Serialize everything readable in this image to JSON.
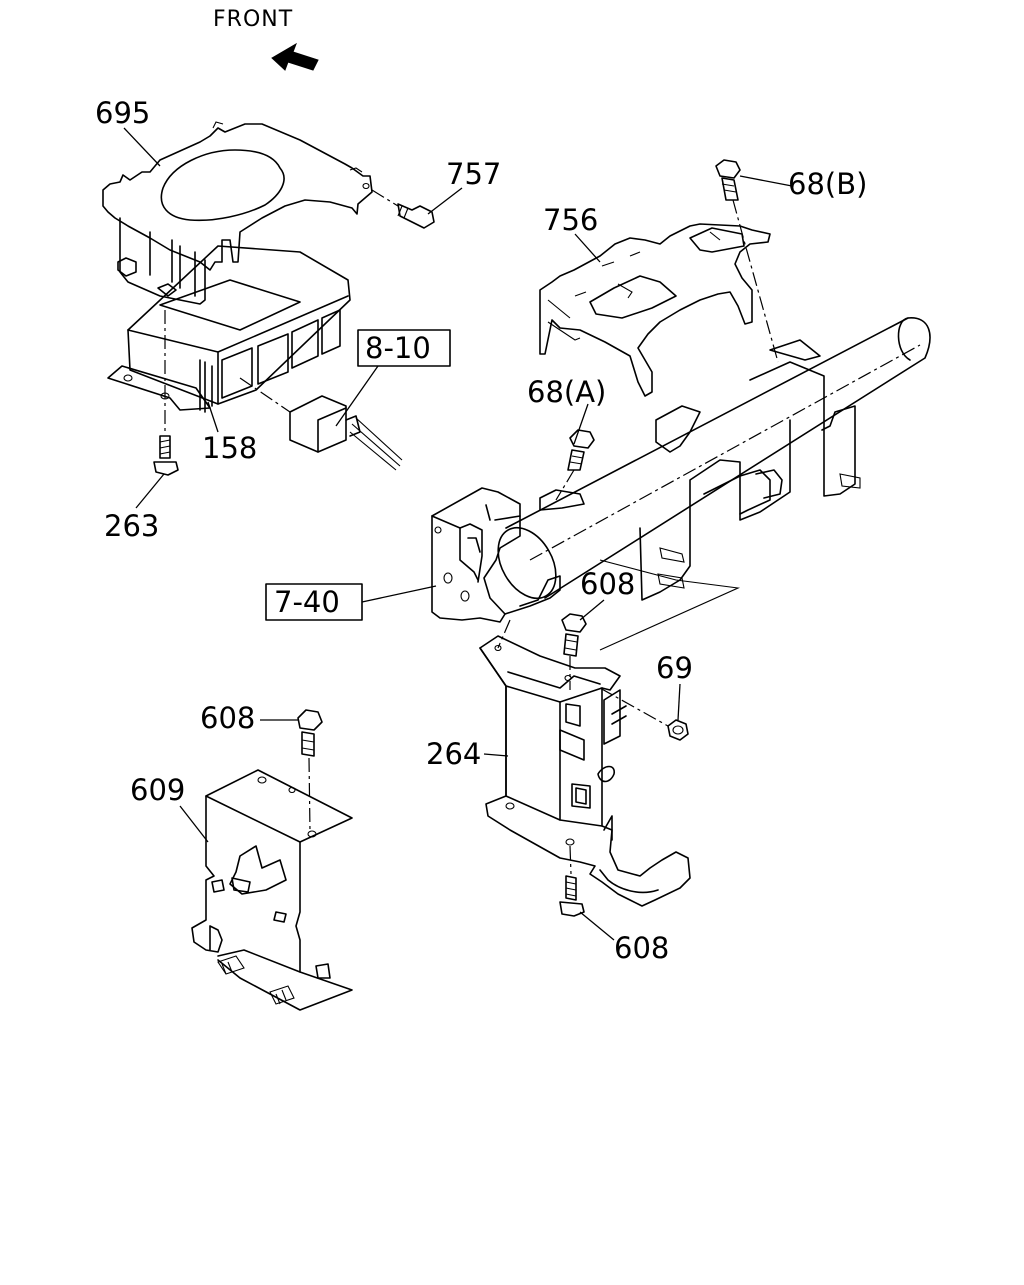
{
  "header": {
    "front_label": "FRONT"
  },
  "parts": {
    "p695": "695",
    "p757": "757",
    "p68b": "68(B)",
    "p756": "756",
    "p8_10": "8-10",
    "p68a": "68(A)",
    "p158": "158",
    "p263": "263",
    "p7_40": "7-40",
    "p608_top": "608",
    "p69": "69",
    "p608_left": "608",
    "p264": "264",
    "p609": "609",
    "p608_bottom": "608"
  }
}
